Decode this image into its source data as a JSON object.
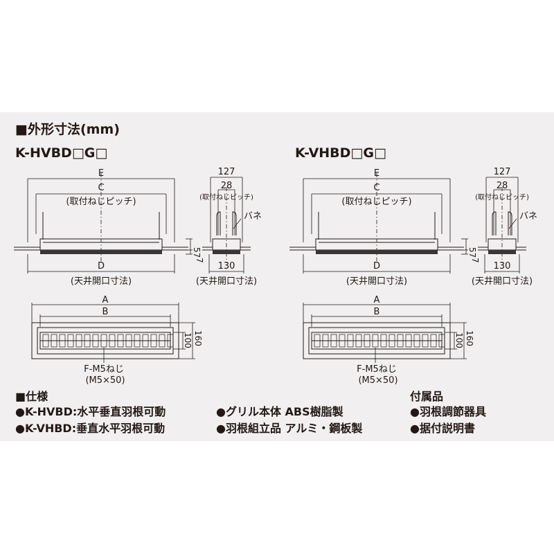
{
  "section_title": "■外形寸法(mm)",
  "models": [
    {
      "name": "K-HVBD□G□"
    },
    {
      "name": "K-VHBD□G□"
    }
  ],
  "dimensions": {
    "E": "E",
    "C": "C",
    "D": "D",
    "A": "A",
    "B": "B",
    "pitch_note": "(取付ねじピッチ)",
    "ceiling_note": "(天井開口寸法)",
    "side_127": "127",
    "side_28": "28",
    "side_pitch_note": "(取付ねじピッチ)",
    "spring": "バネ",
    "h_57": "57",
    "h_7": "7",
    "side_130": "130",
    "h_100": "100",
    "h_160": "160",
    "screw": "F-M5ねじ",
    "screw_size": "(M5×50)"
  },
  "specs": {
    "title": "■仕様",
    "items": [
      "●K-HVBD:水平垂直羽根可動",
      "●K-VHBD:垂直水平羽根可動",
      "●グリル本体 ABS樹脂製",
      "●羽根組立品 アルミ・鋼板製"
    ]
  },
  "accessories": {
    "title": "付属品",
    "items": [
      "●羽根調節器具",
      "●据付説明書"
    ]
  }
}
